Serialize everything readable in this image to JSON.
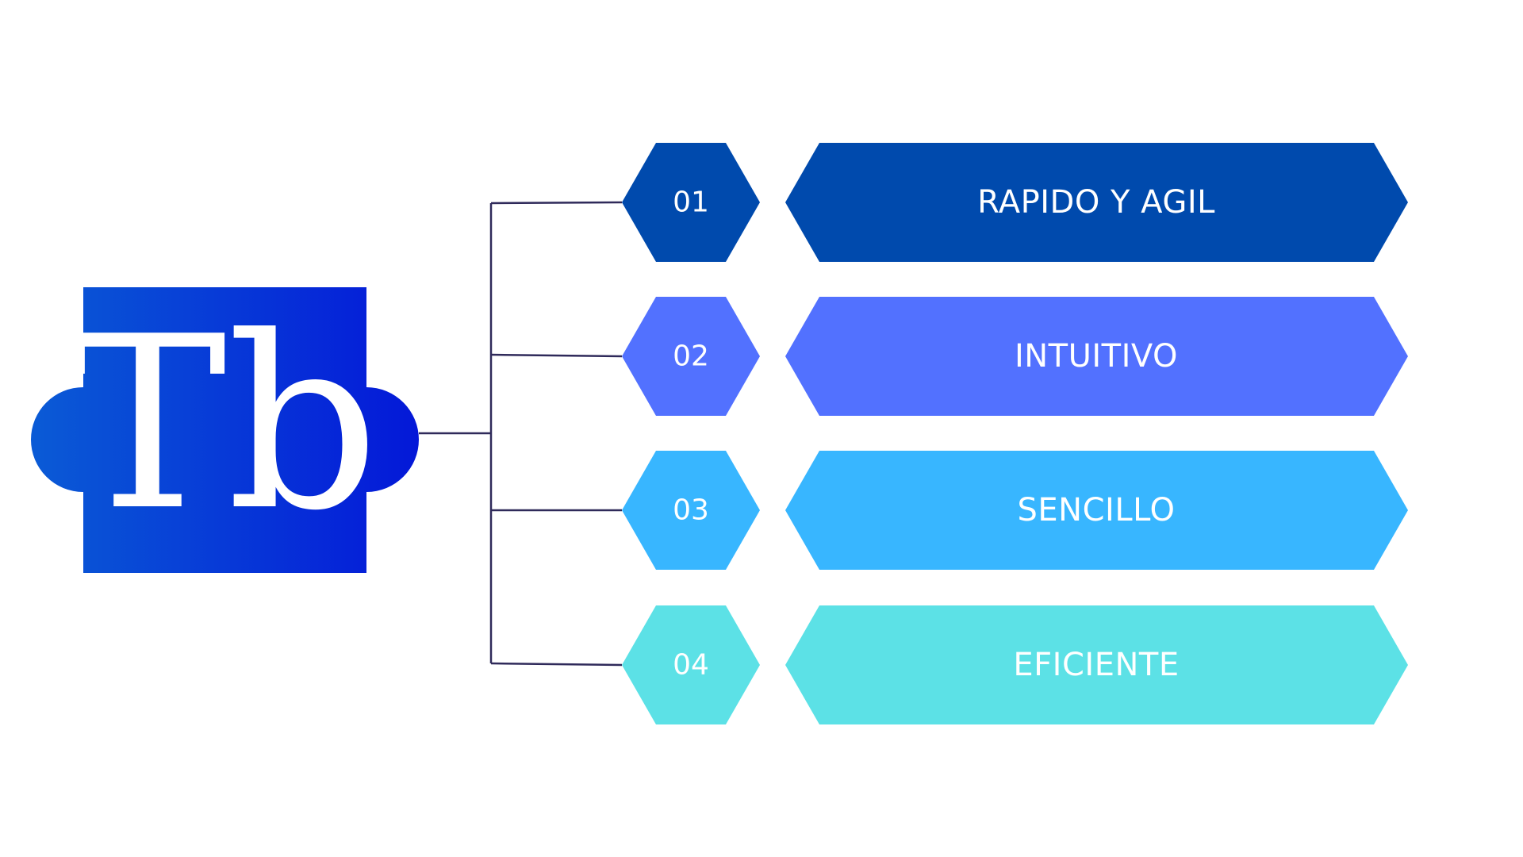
{
  "logo": {
    "text": "Tb",
    "gradient_start": "#0a5bd6",
    "gradient_end": "#0418d8"
  },
  "items": [
    {
      "number": "01",
      "label": "RAPIDO Y AGIL",
      "color": "#004aad"
    },
    {
      "number": "02",
      "label": "INTUITIVO",
      "color": "#5271ff"
    },
    {
      "number": "03",
      "label": "SENCILLO",
      "color": "#38b6ff"
    },
    {
      "number": "04",
      "label": "EFICIENTE",
      "color": "#5ce1e6"
    }
  ],
  "connector_color": "#2f2a5a"
}
